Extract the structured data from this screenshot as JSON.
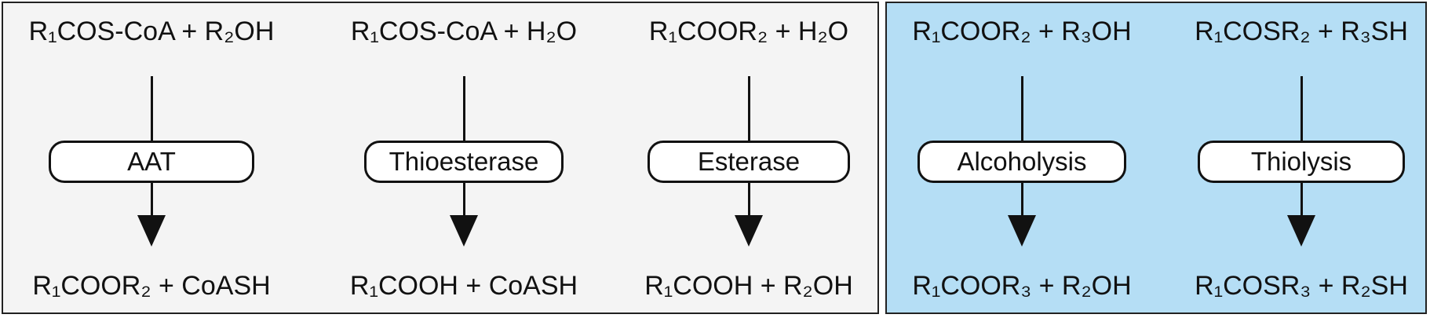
{
  "colors": {
    "left_panel_bg": "#f4f4f4",
    "right_panel_bg": "#b5def5",
    "stroke": "#111111"
  },
  "reactions": [
    {
      "top": "R₁COS-CoA + R₂OH",
      "enzyme": "AAT",
      "bottom": "R₁COOR₂ + CoASH"
    },
    {
      "top": "R₁COS-CoA + H₂O",
      "enzyme": "Thioesterase",
      "bottom": "R₁COOH + CoASH"
    },
    {
      "top": "R₁COOR₂ + H₂O",
      "enzyme": "Esterase",
      "bottom": "R₁COOH + R₂OH"
    },
    {
      "top": "R₁COOR₂ + R₃OH",
      "enzyme": "Alcoholysis",
      "bottom": "R₁COOR₃ + R₂OH"
    },
    {
      "top": "R₁COSR₂ + R₃SH",
      "enzyme": "Thiolysis",
      "bottom": "R₁COSR₃ + R₂SH"
    }
  ]
}
